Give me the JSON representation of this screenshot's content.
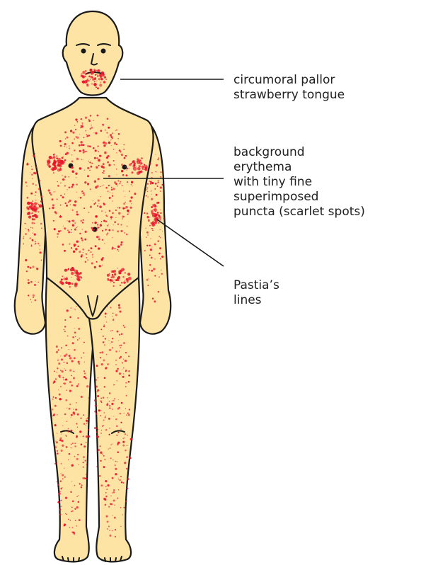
{
  "annotations": {
    "circumoral": [
      "circumoral pallor",
      "strawberry tongue"
    ],
    "erythema": [
      "background",
      "erythema",
      "with tiny fine",
      "superimposed",
      "puncta (scarlet spots)"
    ],
    "pastia": [
      "Pastia’s",
      "lines"
    ]
  },
  "colors": {
    "skin": "#fde4a4",
    "outline": "#1a1a1a",
    "rash": "#e8142c",
    "text": "#222222"
  }
}
